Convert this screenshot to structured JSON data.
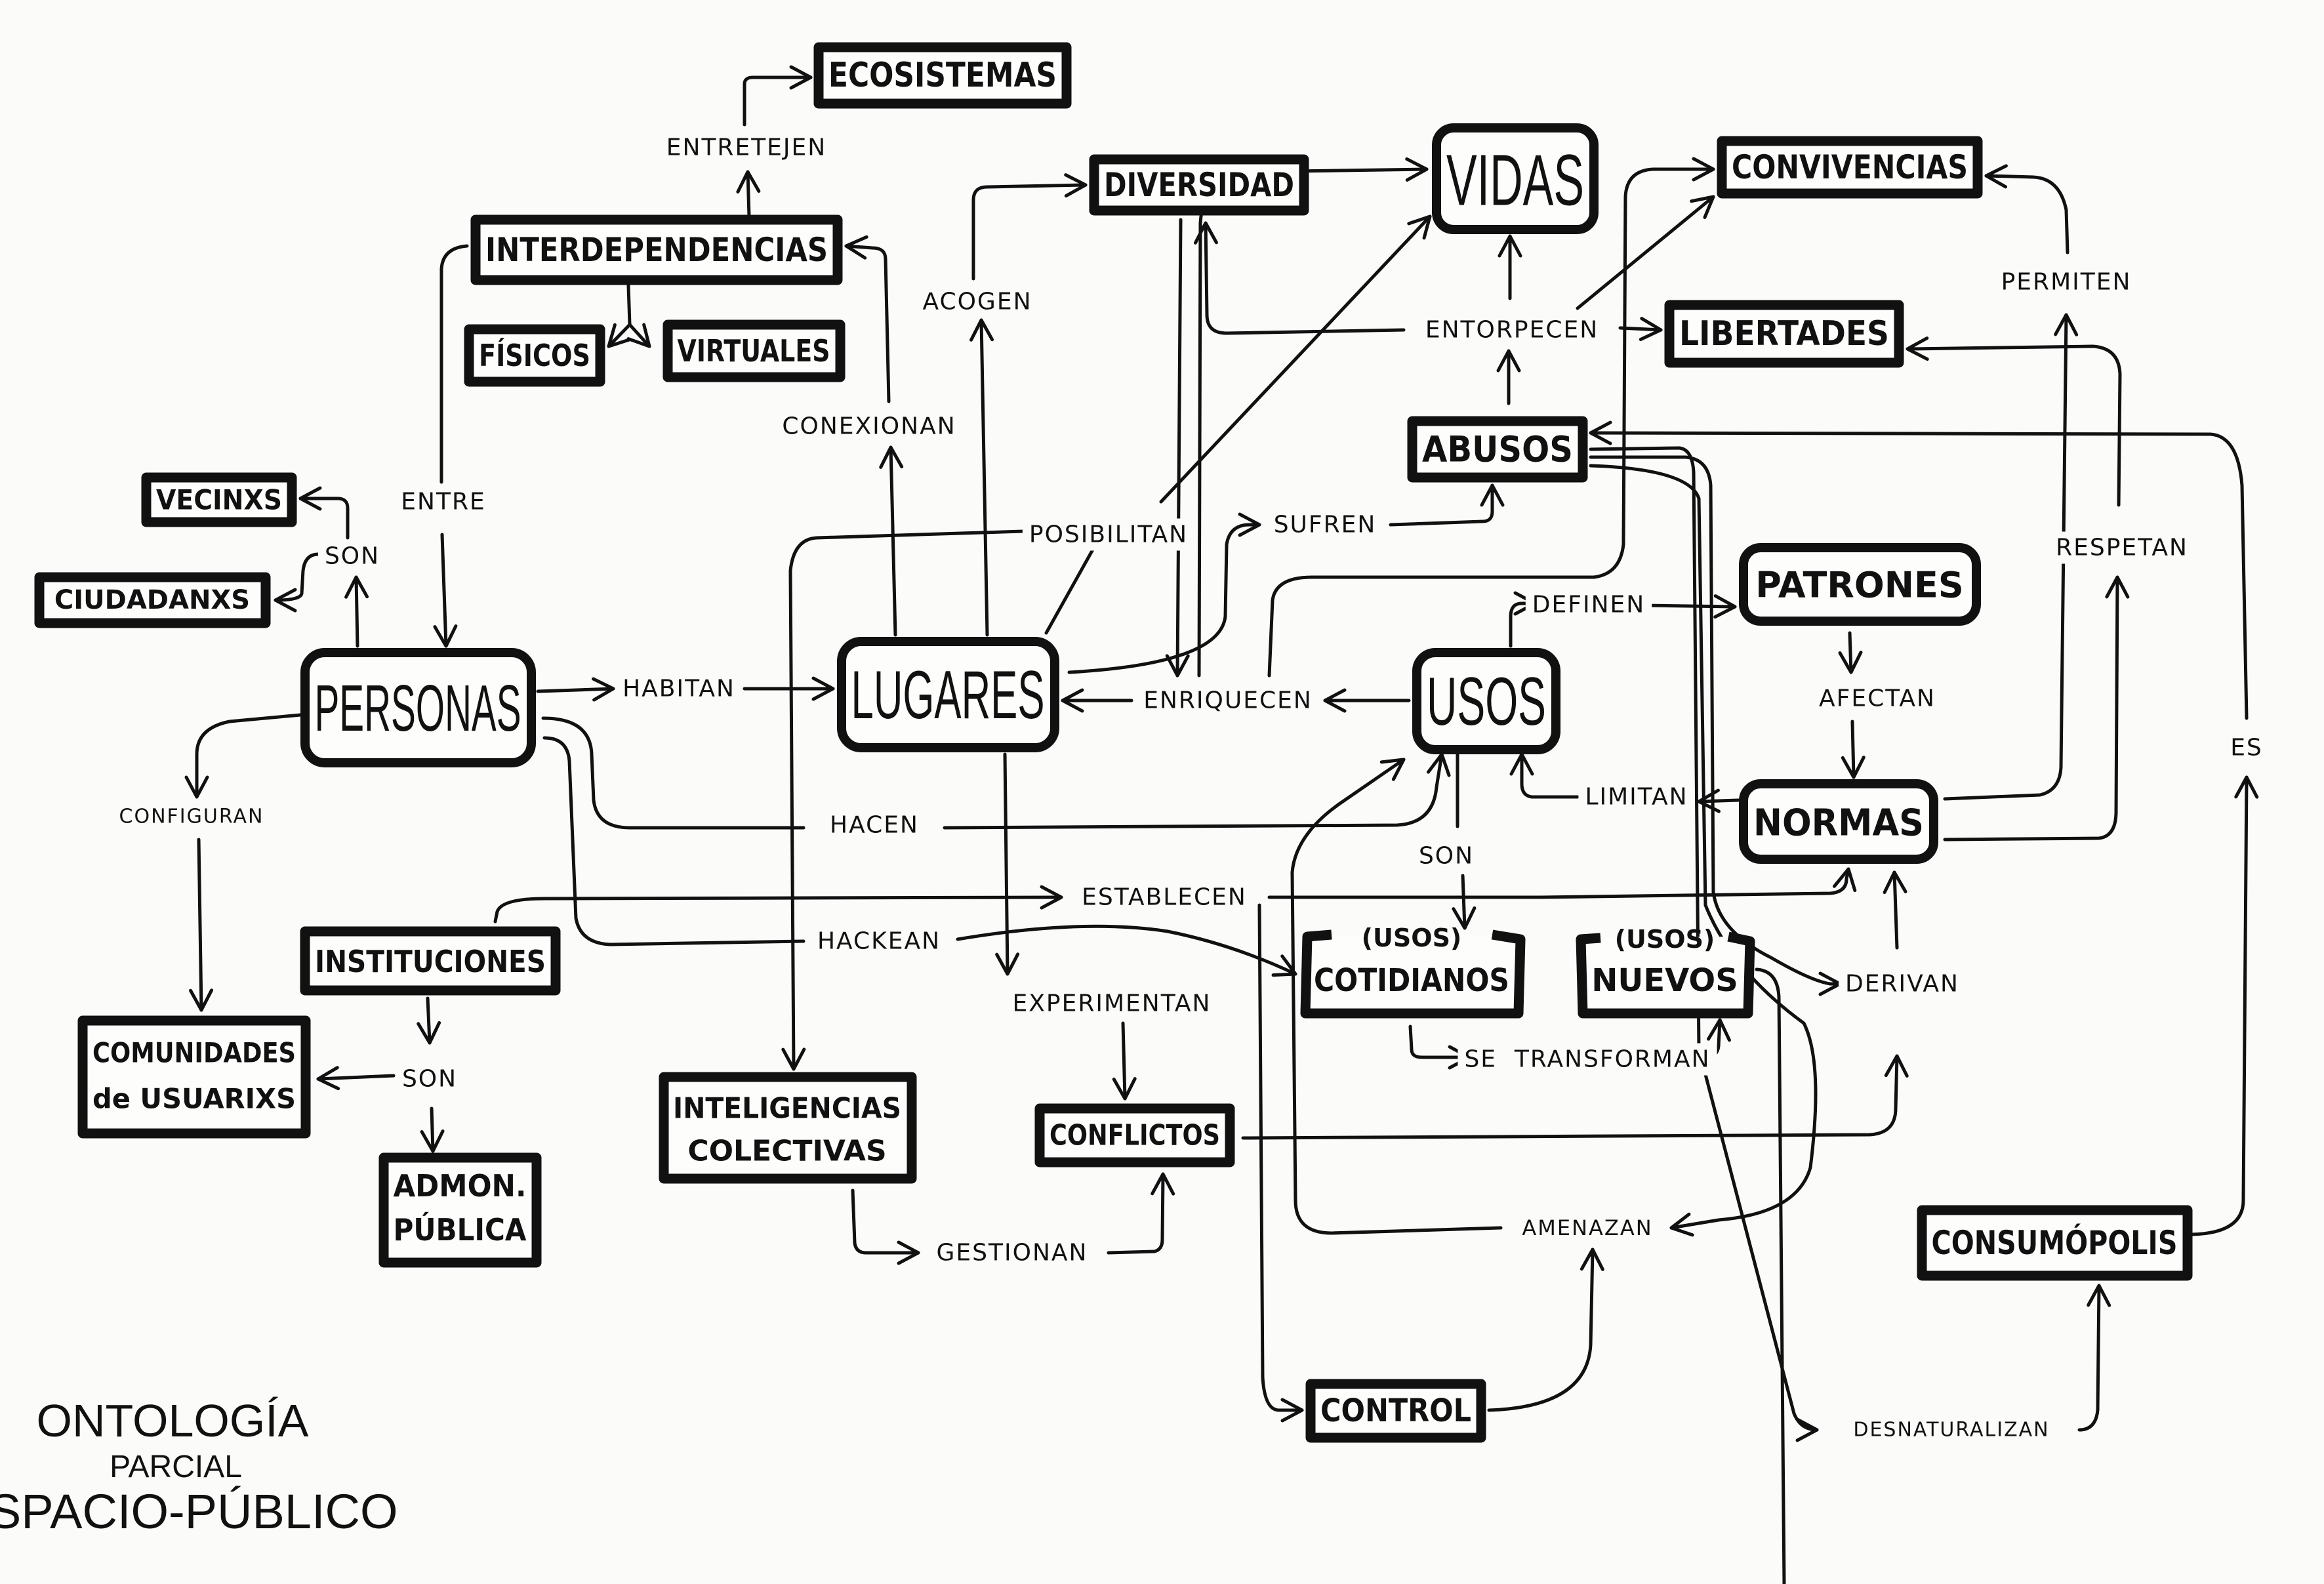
{
  "title": {
    "line1": "ONTOLOGÍA",
    "line2": "PARCIAL",
    "line3": "ESPACIO-PÚBLICO"
  },
  "nodes": {
    "ecosistemas": "ECOSISTEMAS",
    "interdependencias": "INTERDEPENDENCIAS",
    "fisicos": "FÍSICOS",
    "virtuales": "VIRTUALES",
    "diversidad": "DIVERSIDAD",
    "vidas": "VIDAS",
    "convivencias": "CONVIVENCIAS",
    "libertades": "LIBERTADES",
    "abusos": "ABUSOS",
    "vecinxs": "VECINXS",
    "ciudadanxs": "CIUDADANXS",
    "personas": "PERSONAS",
    "lugares": "LUGARES",
    "usos": "USOS",
    "patrones": "PATRONES",
    "normas": "NORMAS",
    "instituciones": "INSTITUCIONES",
    "comunidades_line1": "COMUNIDADES",
    "comunidades_line2": "de USUARIXS",
    "admon_line1": "ADMON.",
    "admon_line2": "PÚBLICA",
    "inteligencias_line1": "INTELIGENCIAS",
    "inteligencias_line2": "COLECTIVAS",
    "conflictos": "CONFLICTOS",
    "cotidianos_prefix": "(USOS)",
    "cotidianos": "COTIDIANOS",
    "nuevos_prefix": "(USOS)",
    "nuevos": "NUEVOS",
    "control": "CONTROL",
    "consumopolis": "CONSUMÓPOLIS"
  },
  "relations": {
    "entretejen": "ENTRETEJEN",
    "acogen": "ACOGEN",
    "conexionan": "CONEXIONAN",
    "entre": "ENTRE",
    "son_personas": "SON",
    "entorpecen": "ENTORPECEN",
    "permiten": "PERMITEN",
    "posibilitan": "POSIBILITAN",
    "sufren": "SUFREN",
    "habitan": "HABITAN",
    "enriquecen": "ENRIQUECEN",
    "definen": "DEFINEN",
    "afectan": "AFECTAN",
    "respetan": "RESPETAN",
    "limitan": "LIMITAN",
    "configuran": "CONFIGURAN",
    "hacen": "HACEN",
    "es": "ES",
    "son_usos": "SON",
    "establecen": "ESTABLECEN",
    "hackean": "HACKEAN",
    "experimentan": "EXPERIMENTAN",
    "son_instituciones": "SON",
    "derivan": "DERIVAN",
    "se_transforman": "SE  TRANSFORMAN",
    "gestionan": "GESTIONAN",
    "amenazan": "AMENAZAN",
    "desnaturalizan": "DESNATURALIZAN"
  }
}
